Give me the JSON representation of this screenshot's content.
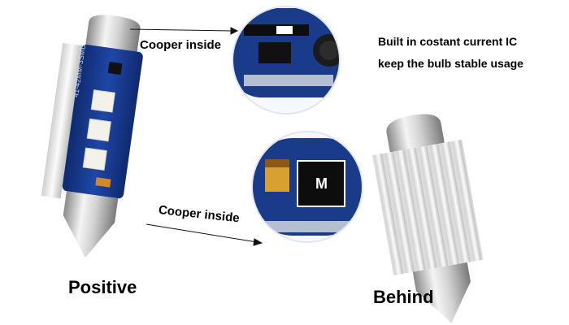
{
  "annotations": {
    "callout_top": "Cooper inside",
    "callout_bottom": "Cooper inside",
    "description_line1": "Built in costant current IC",
    "description_line2": "keep the bulb stable usage"
  },
  "captions": {
    "front_view": "Positive",
    "back_view": "Behind"
  },
  "product": {
    "pcb_marking": "41-42MM-3SMD",
    "component_marking": "M"
  },
  "colors": {
    "pcb_blue": "#1a3a8a",
    "chrome": "#c9c9c9",
    "heatsink": "#e8e8e8"
  }
}
